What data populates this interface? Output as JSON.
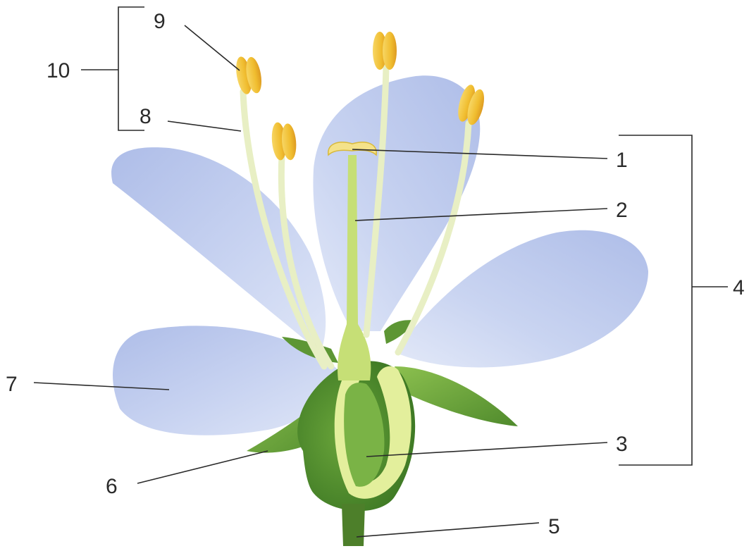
{
  "labels": {
    "l1": "1",
    "l2": "2",
    "l3": "3",
    "l4": "4",
    "l5": "5",
    "l6": "6",
    "l7": "7",
    "l8": "8",
    "l9": "9",
    "l10": "10"
  },
  "colors": {
    "petal": "#b9c6ec",
    "petal_dark": "#9aaede",
    "stem_green": "#5f9a35",
    "sepal_green": "#6ba63c",
    "ovary_light": "#d4e88a",
    "anther_yellow": "#f2c437",
    "filament": "#e9f0c4"
  }
}
